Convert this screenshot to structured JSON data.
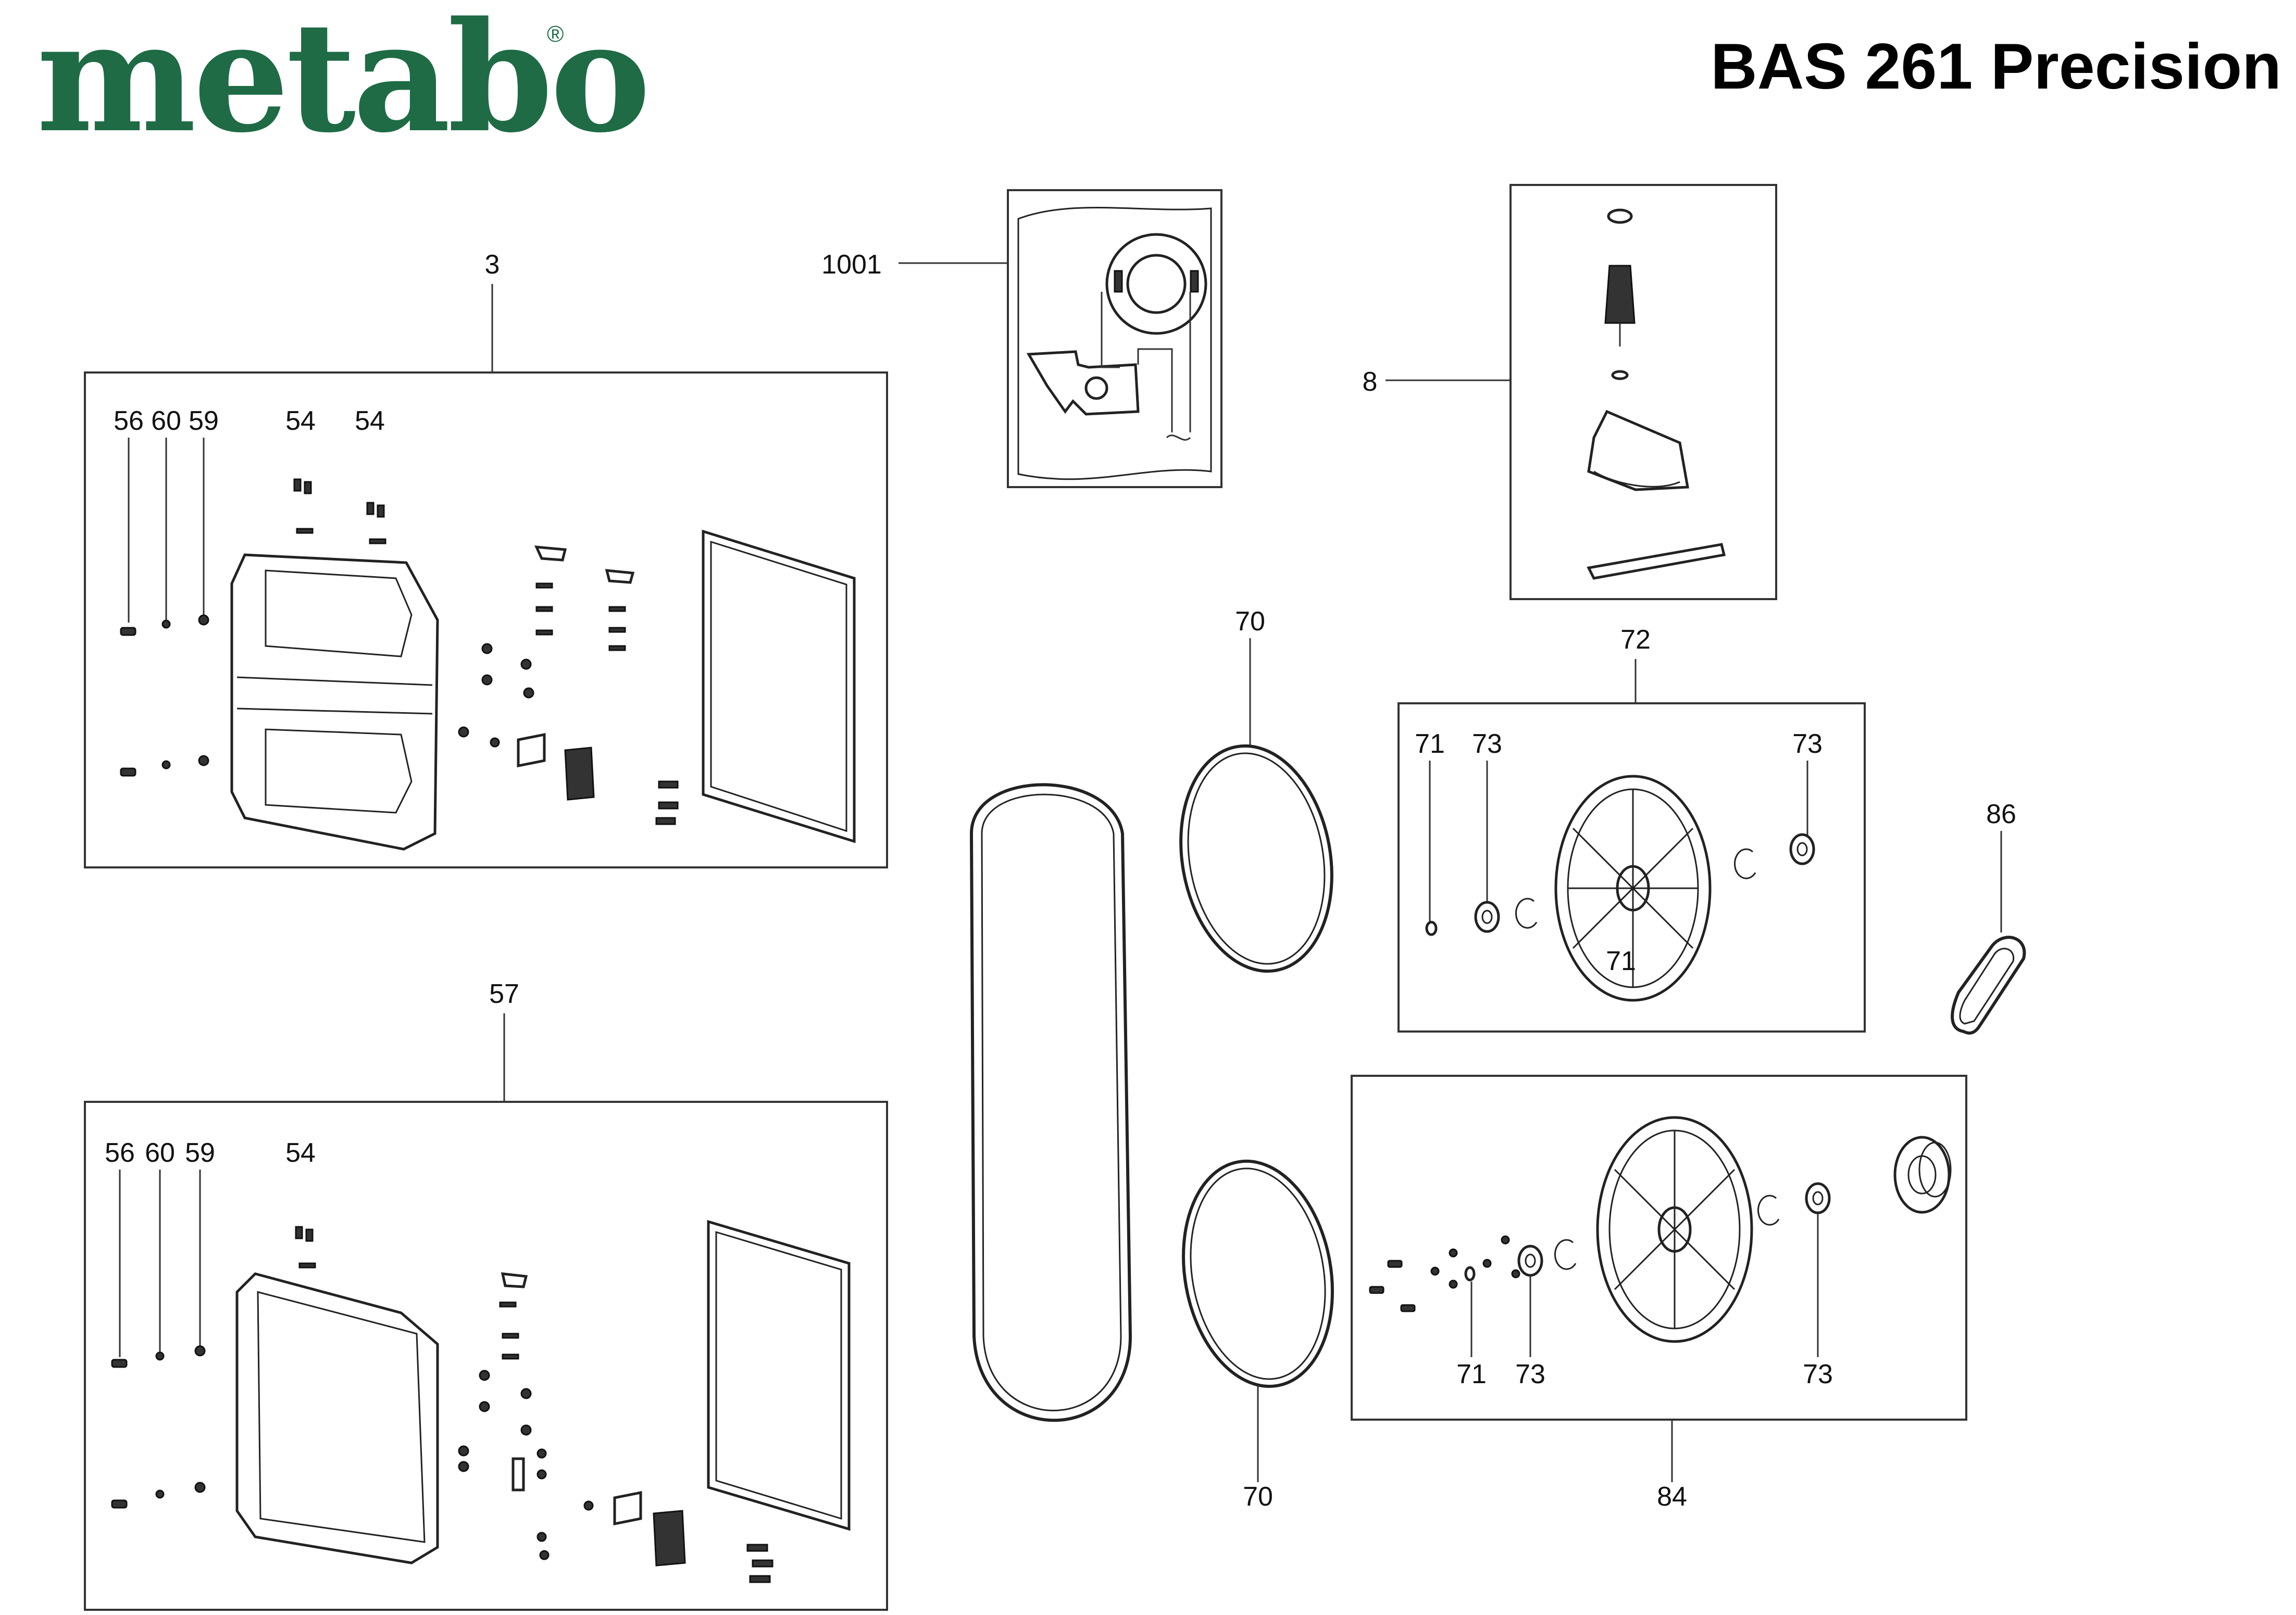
{
  "header": {
    "brand": "metabo",
    "registered_mark": "®",
    "model": "BAS 261 Precision",
    "brand_color": "#1e6b45"
  },
  "groups": {
    "g3": "3",
    "g57": "57",
    "g1001": "1001",
    "g8": "8",
    "g72": "72",
    "g84": "84"
  },
  "callouts": {
    "c3_56": "56",
    "c3_60": "60",
    "c3_59": "59",
    "c3_54a": "54",
    "c3_54b": "54",
    "c57_56": "56",
    "c57_60": "60",
    "c57_59": "59",
    "c57_54": "54",
    "belt_upper": "70",
    "belt_lower": "70",
    "c72_71": "71",
    "c72_73a": "73",
    "c72_73b": "73",
    "c72_71_hub": "71",
    "c86": "86",
    "c84_71": "71",
    "c84_73a": "73",
    "c84_73b": "73"
  }
}
